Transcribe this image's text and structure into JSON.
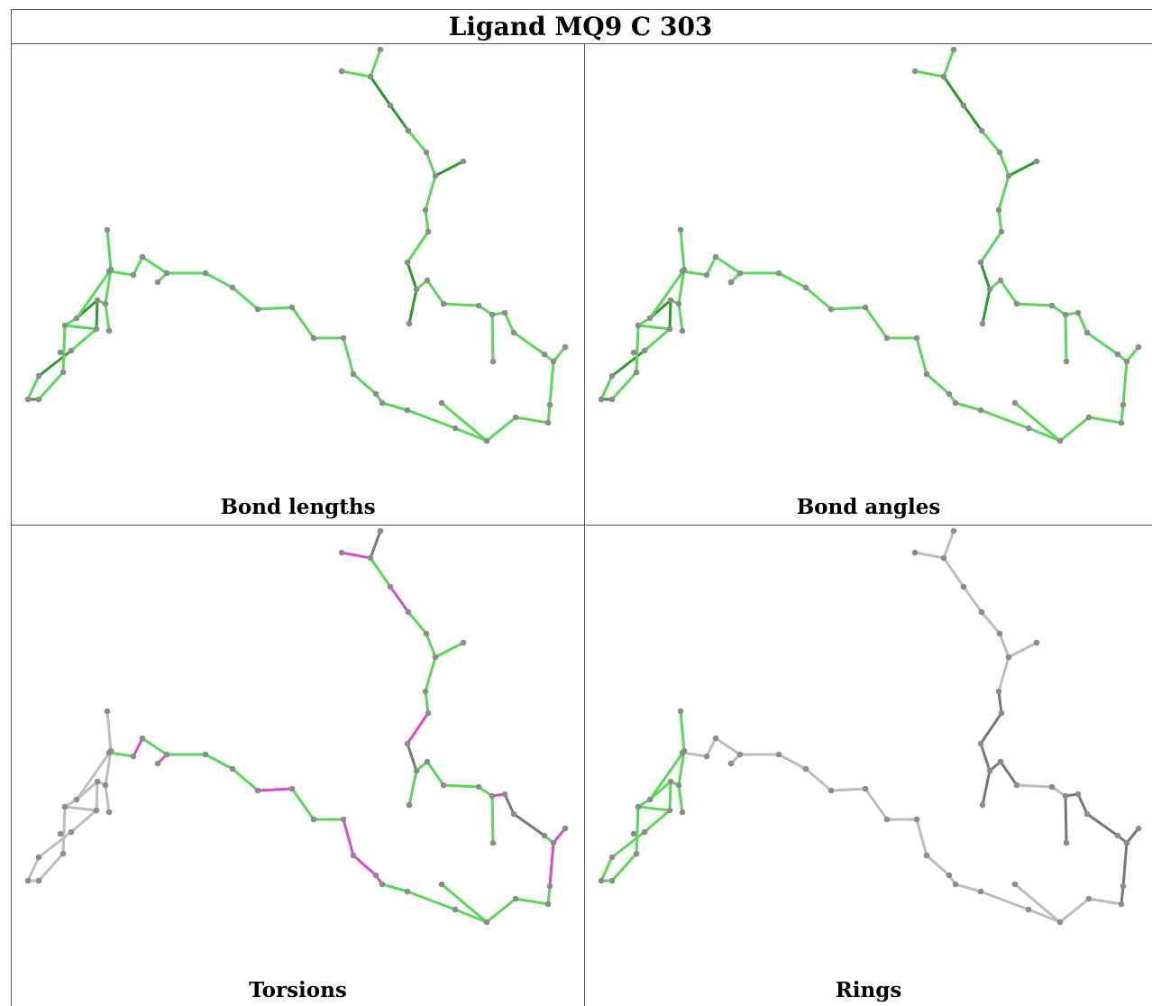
{
  "title": "Ligand MQ9 C 303",
  "panels": [
    {
      "caption": "Bond lengths",
      "mode": "lengths"
    },
    {
      "caption": "Bond angles",
      "mode": "angles"
    },
    {
      "caption": "Torsions",
      "mode": "torsions"
    },
    {
      "caption": "Rings",
      "mode": "rings"
    }
  ],
  "colors": {
    "bond_green": "#58d858",
    "bond_dark_green": "#2a9a2a",
    "bond_magenta": "#d848d8",
    "bond_gray": "#bdbdbd",
    "bond_dark_gray": "#777777",
    "atom": "#8c8c8c",
    "grid_line": "#555555"
  }
}
